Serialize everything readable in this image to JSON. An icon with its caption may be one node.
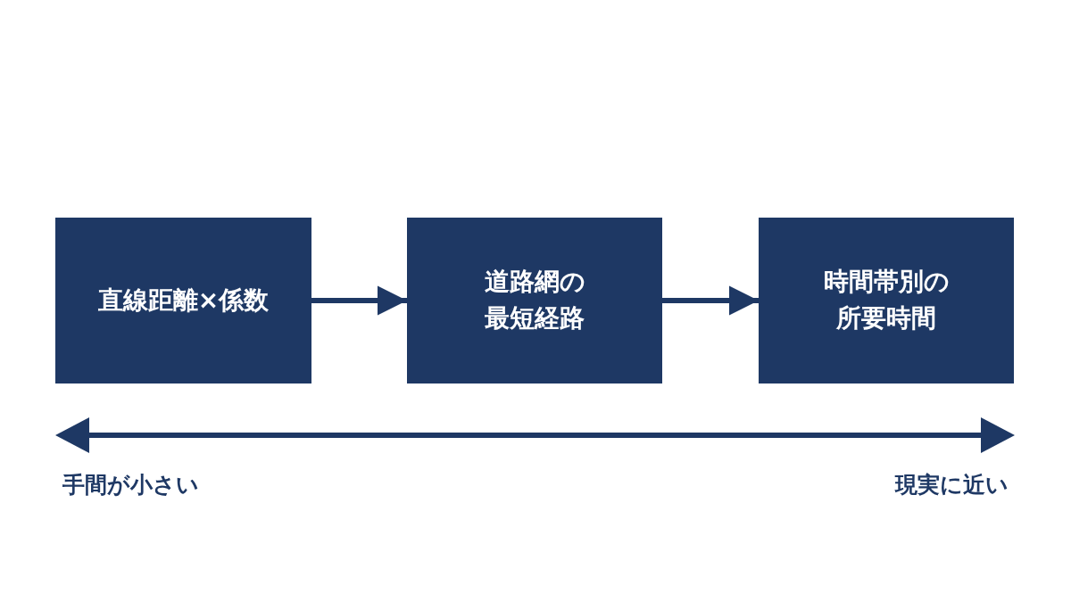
{
  "diagram": {
    "nodes": [
      {
        "text": [
          "直線距離×係数"
        ]
      },
      {
        "text": [
          "道路網の最短経路"
        ]
      },
      {
        "text": [
          "時間帯別の所要時間"
        ]
      }
    ],
    "edges": [
      {
        "from": 0,
        "to": 1,
        "arrow": "to"
      },
      {
        "from": 1,
        "to": 2,
        "arrow": "to"
      }
    ],
    "labels": [
      "手間が小さい",
      "現実に近い"
    ]
  }
}
